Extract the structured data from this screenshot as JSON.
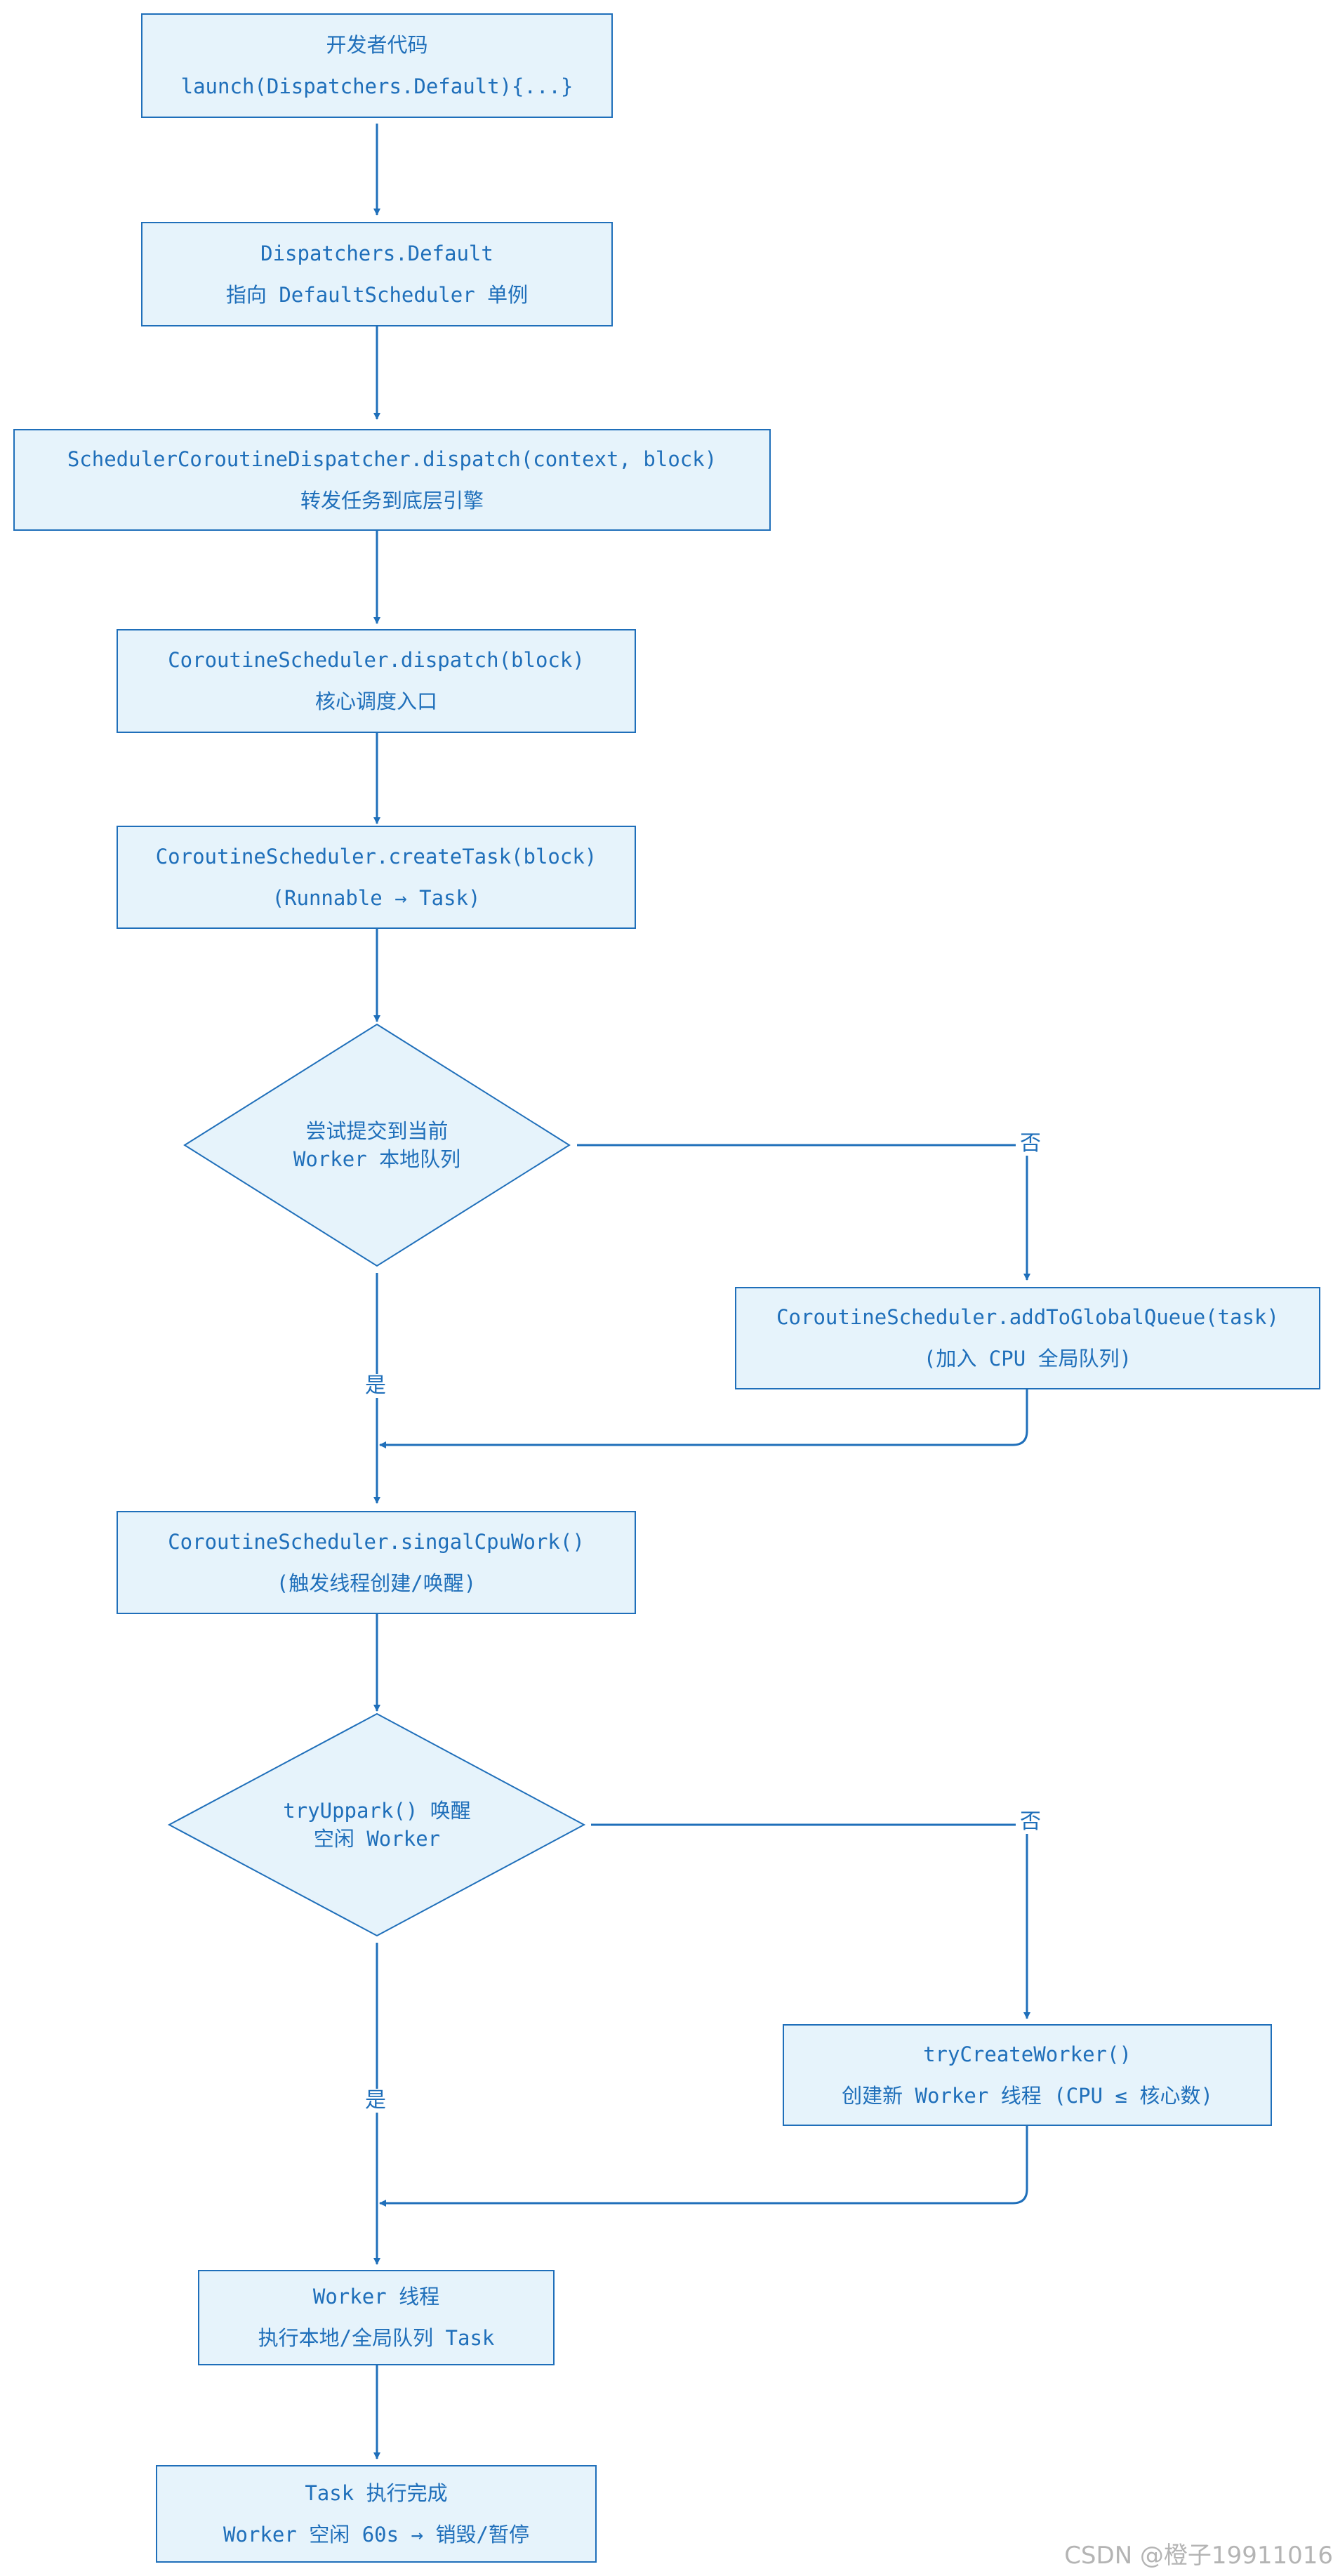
{
  "nodes": {
    "dev_code": {
      "line1": "开发者代码",
      "line2": "launch(Dispatchers.Default){...}"
    },
    "dispatchers_default": {
      "line1": "Dispatchers.Default",
      "line2": "指向 DefaultScheduler 单例"
    },
    "scheduler_dispatch": {
      "line1": "SchedulerCoroutineDispatcher.dispatch(context, block)",
      "line2": "转发任务到底层引擎"
    },
    "coroutine_dispatch": {
      "line1": "CoroutineScheduler.dispatch(block)",
      "line2": "核心调度入口"
    },
    "create_task": {
      "line1": "CoroutineScheduler.createTask(block)",
      "line2": "(Runnable → Task)"
    },
    "local_queue_decision": {
      "line1": "尝试提交到当前",
      "line2": "Worker 本地队列"
    },
    "global_queue": {
      "line1": "CoroutineScheduler.addToGlobalQueue(task)",
      "line2": "(加入 CPU 全局队列)"
    },
    "signal_cpu_work": {
      "line1": "CoroutineScheduler.singalCpuWork()",
      "line2": "(触发线程创建/唤醒)"
    },
    "unpark_decision": {
      "line1": "tryUppark() 唤醒",
      "line2": "空闲 Worker"
    },
    "create_worker": {
      "line1": "tryCreateWorker()",
      "line2": "创建新 Worker 线程 (CPU ≤ 核心数)"
    },
    "worker_thread": {
      "line1": "Worker 线程",
      "line2": "执行本地/全局队列 Task"
    },
    "task_done": {
      "line1": "Task 执行完成",
      "line2": "Worker 空闲 60s  →  销毁/暂停"
    }
  },
  "edge_labels": {
    "yes": "是",
    "no": "否"
  },
  "colors": {
    "accent": "#1f6fba",
    "node_fill": "#e6f3fb",
    "background": "#ffffff",
    "watermark": "#b4b4b4"
  },
  "watermark": "CSDN @橙子19911016"
}
